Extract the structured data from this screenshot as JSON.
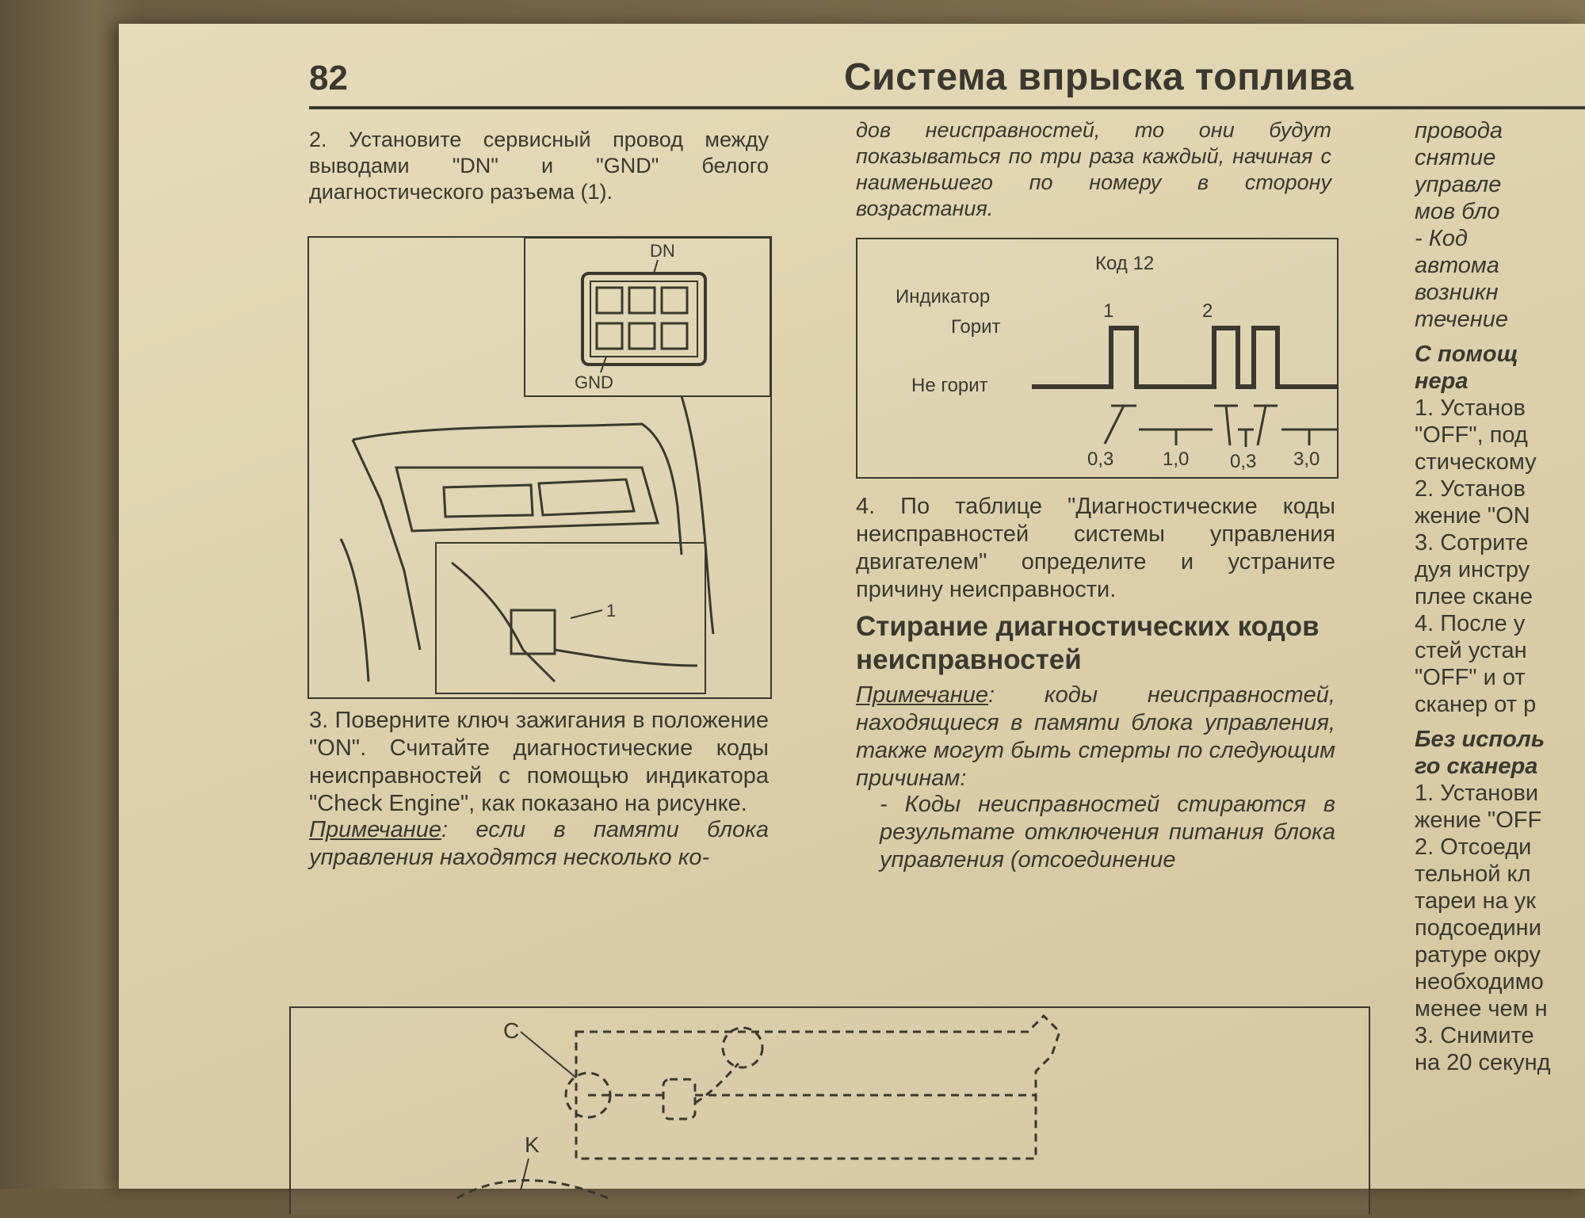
{
  "header": {
    "page_number": "82",
    "title": "Система впрыска топлива"
  },
  "col1": {
    "step2": "2. Установите сервисный провод между выводами \"DN\" и \"GND\" белого диагностического разъема (1).",
    "figure1": {
      "label_dn": "DN",
      "label_gnd": "GND",
      "label_1": "1"
    },
    "step3": "3. Поверните ключ зажигания в положение \"ON\". Считайте диагностические коды неисправностей с помощью индикатора \"Check Engine\", как показано на рисунке.",
    "note_label": "Примечание",
    "note_text": ": если в памяти блока управления находятся несколько ко-"
  },
  "col2": {
    "cont_text": "дов неисправностей, то они будут показываться по три раза каждый, начиная с наименьшего по номеру в сторону возрастания.",
    "figure2": {
      "title": "Код 12",
      "label_indicator": "Индикатор",
      "label_on": "Горит",
      "label_off": "Не горит",
      "digit1": "1",
      "digit2": "2",
      "t1": "0,3",
      "t2": "1,0",
      "t3": "0,3",
      "t4": "3,0"
    },
    "step4": "4. По таблице \"Диагностические коды неисправностей системы управления двигателем\" определите и устраните причину неисправности.",
    "heading": "Стирание диагностических кодов неисправностей",
    "note_label": "Примечание",
    "note_text": ": коды неисправностей, находящиеся в памяти блока управления, также могут быть стерты по следующим причинам:",
    "bullet": "- Коды неисправностей стираются в результате отключения питания блока управления (отсоединение"
  },
  "col3": {
    "lines_italic": [
      "провода",
      "снятие",
      "управле",
      "мов бло",
      "- Код",
      "автома",
      "возникн",
      "течение"
    ],
    "heading1": [
      "С помощ",
      "нера"
    ],
    "lines1": [
      "1. Установ",
      "\"OFF\", под",
      "стическому",
      "2. Установ",
      "жение \"ON",
      "3. Сотрите",
      "дуя инстру",
      "плее скане",
      "4. После у",
      "стей устан",
      "\"OFF\" и от",
      "сканер от р"
    ],
    "heading2": [
      "Без исполь",
      "го сканера"
    ],
    "lines2": [
      "1. Установи",
      "жение \"OFF",
      "2. Отсоеди",
      "тельной кл",
      "тареи на ук",
      "подсоедини",
      "ратуре окру",
      "необходимо",
      "менее чем н",
      "3. Снимите",
      "на 20 секунд"
    ]
  },
  "figure3": {
    "label_c": "C",
    "label_k": "K"
  }
}
